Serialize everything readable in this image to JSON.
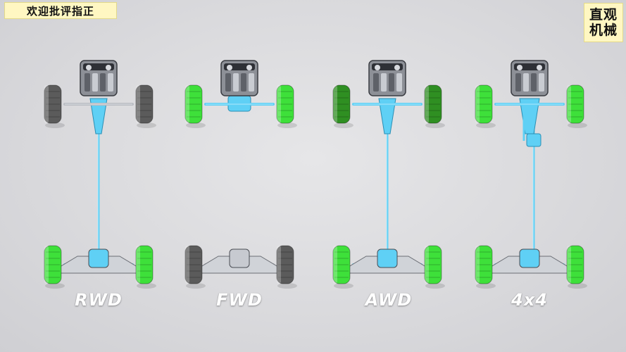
{
  "banner": {
    "text": "欢迎批评指正"
  },
  "logo": {
    "line1": "直观",
    "line2": "机械"
  },
  "drivetrains": [
    {
      "label": "RWD",
      "front_wheels": "gray",
      "rear_wheels": "green",
      "front_axle_driven": false,
      "rear_axle_driven": true,
      "driveshaft": true,
      "transfer_case": false
    },
    {
      "label": "FWD",
      "front_wheels": "green",
      "rear_wheels": "gray",
      "front_axle_driven": true,
      "rear_axle_driven": false,
      "driveshaft": false,
      "transfer_case": false
    },
    {
      "label": "AWD",
      "front_wheels": "darkgreen",
      "rear_wheels": "green",
      "front_axle_driven": true,
      "rear_axle_driven": true,
      "driveshaft": true,
      "transfer_case": false
    },
    {
      "label": "4x4",
      "front_wheels": "green",
      "rear_wheels": "green",
      "front_axle_driven": true,
      "rear_axle_driven": true,
      "driveshaft": true,
      "transfer_case": true
    }
  ],
  "colors": {
    "green": "#3ee03a",
    "darkgreen": "#2f8f22",
    "gray": "#5b5b5b",
    "drive": "#5fd0f5",
    "metal": "#b9bcc2"
  },
  "icons": [
    "engine-icon",
    "wheel-icon"
  ]
}
